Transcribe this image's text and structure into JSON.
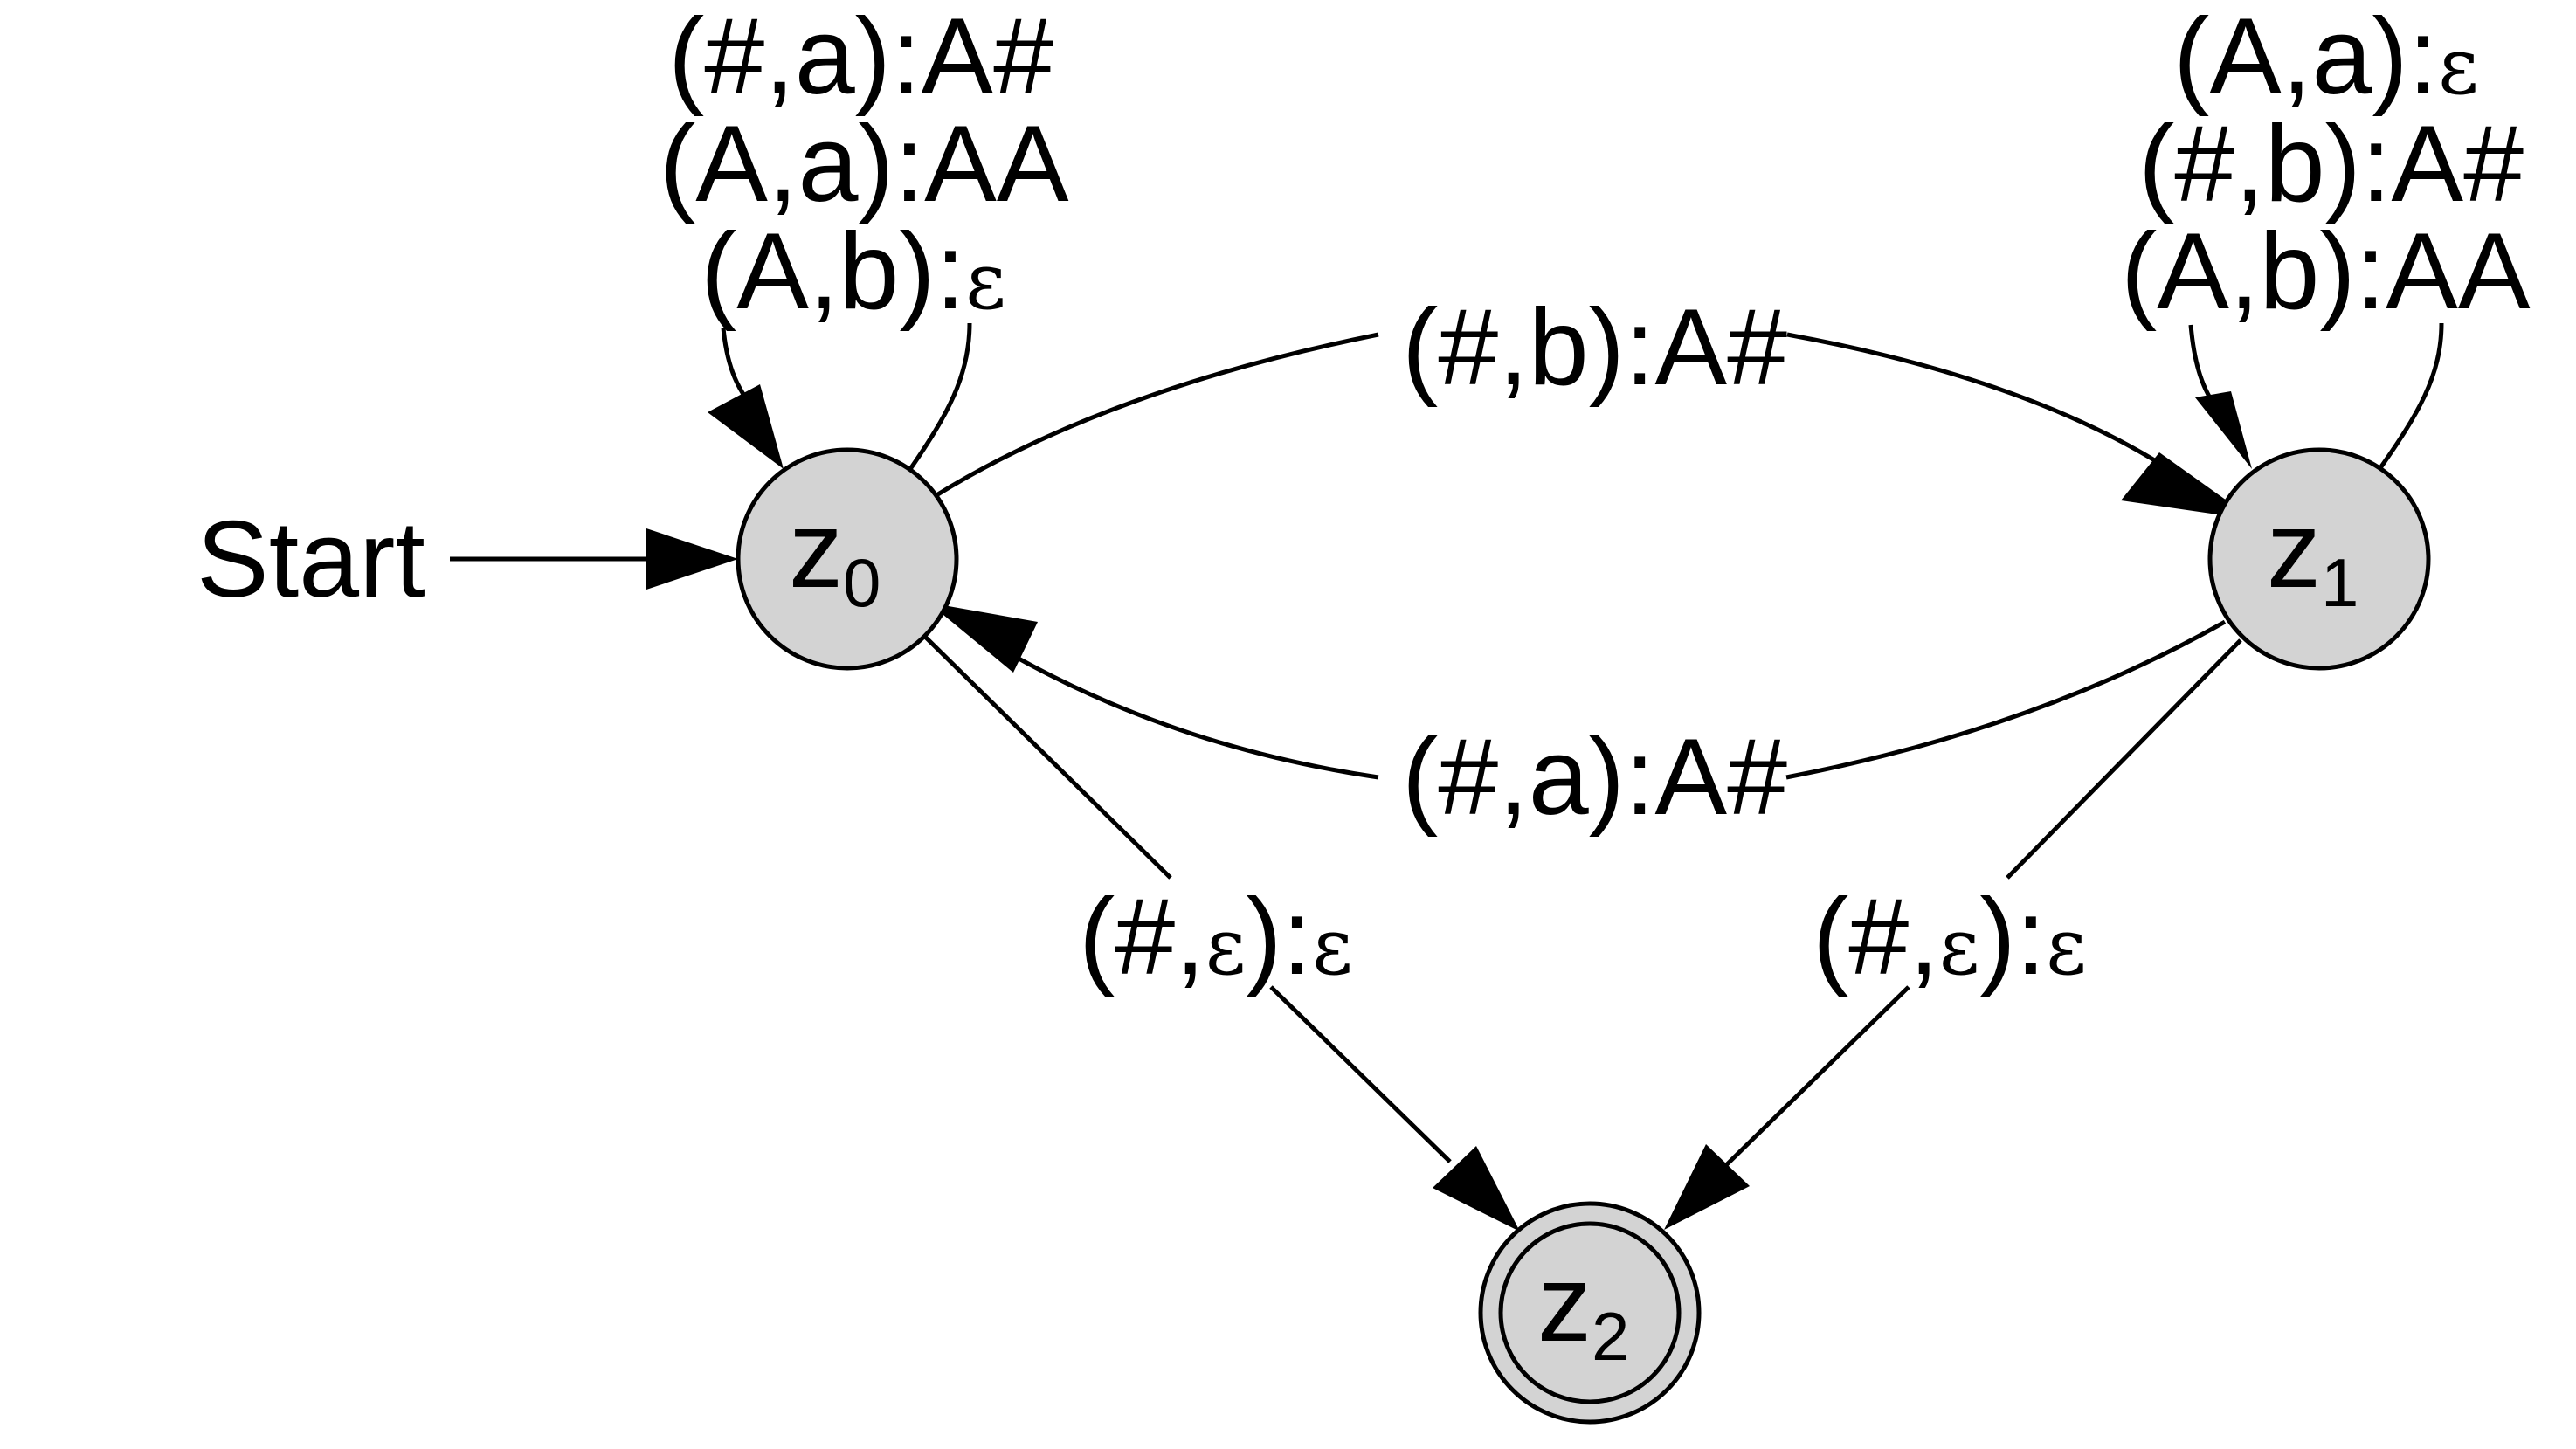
{
  "start_label": "Start",
  "epsilon": "ε",
  "states": [
    {
      "id": "z0",
      "letter": "z",
      "index": "0",
      "accepting": false
    },
    {
      "id": "z1",
      "letter": "z",
      "index": "1",
      "accepting": false
    },
    {
      "id": "z2",
      "letter": "z",
      "index": "2",
      "accepting": true
    }
  ],
  "transitions": {
    "z0_loop": [
      {
        "pre": "(#,a):A#",
        "eps": ""
      },
      {
        "pre": "(A,a):AA",
        "eps": ""
      },
      {
        "pre": "(A,b):",
        "eps": "ε"
      }
    ],
    "z1_loop": [
      {
        "pre": "(A,a):",
        "eps": "ε"
      },
      {
        "pre": "(#,b):A#",
        "eps": ""
      },
      {
        "pre": "(A,b):AA",
        "eps": ""
      }
    ],
    "z0_to_z1": "(#,b):A#",
    "z1_to_z0": "(#,a):A#",
    "z0_to_z2": {
      "p1": "(#,",
      "p2": "):",
      "p3": ""
    },
    "z1_to_z2": {
      "p1": "(#,",
      "p2": "):",
      "p3": ""
    }
  },
  "colors": {
    "state_fill": "#d3d3d3",
    "stroke": "#000000",
    "background": "#ffffff"
  }
}
